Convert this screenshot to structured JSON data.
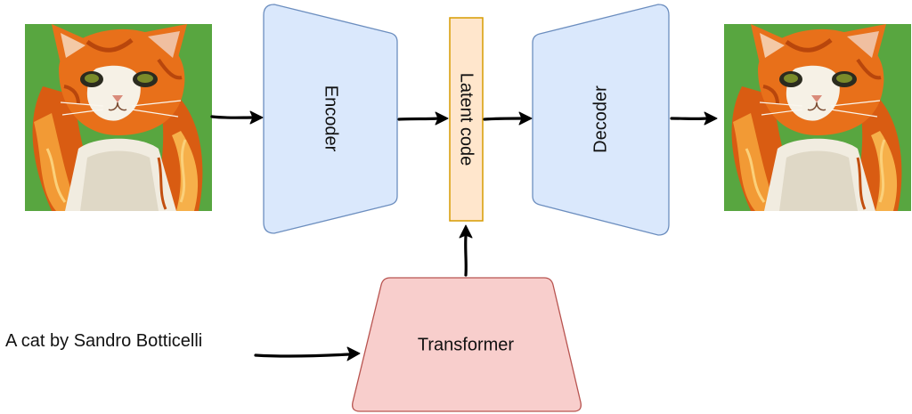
{
  "nodes": {
    "encoder": {
      "label": "Encoder",
      "fill": "#dae8fc",
      "stroke": "#6c8ebf"
    },
    "latent": {
      "label": "Latent code",
      "fill": "#ffe6cc",
      "stroke": "#d79b00"
    },
    "decoder": {
      "label": "Decoder",
      "fill": "#dae8fc",
      "stroke": "#6c8ebf"
    },
    "transformer": {
      "label": "Transformer",
      "fill": "#f8cecc",
      "stroke": "#b85450"
    }
  },
  "prompt_text": "A cat by Sandro Botticelli",
  "images": {
    "input": {
      "subject": "cat-painting"
    },
    "output": {
      "subject": "cat-painting"
    }
  },
  "palette": {
    "painting_bg": "#4e9e3c",
    "fur_orange": "#e8701a",
    "fur_light": "#f6b04a",
    "fur_white": "#f3eee2"
  }
}
